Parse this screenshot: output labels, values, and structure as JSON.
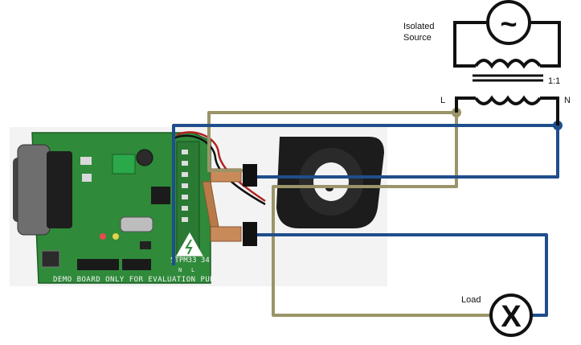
{
  "source": {
    "label_line1": "Isolated",
    "label_line2": "Source",
    "symbol": "~"
  },
  "transformer": {
    "ratio": "1:1"
  },
  "terminals": {
    "live": "L",
    "neutral": "N"
  },
  "load": {
    "label": "Load",
    "symbol": "X"
  },
  "board": {
    "footer_text": "DEMO BOARD ONLY FOR EVALUATION PURPOSE",
    "part_text": "STPM33 34",
    "shunt_labels": [
      "N",
      "L"
    ]
  },
  "colors": {
    "live_wire": "#9b9468",
    "neutral_wire": "#1f4e8c",
    "pcb_green": "#2f8a3a",
    "ct_body": "#1c1c1c",
    "copper": "#c98a5a",
    "source_wire": "#111111"
  }
}
